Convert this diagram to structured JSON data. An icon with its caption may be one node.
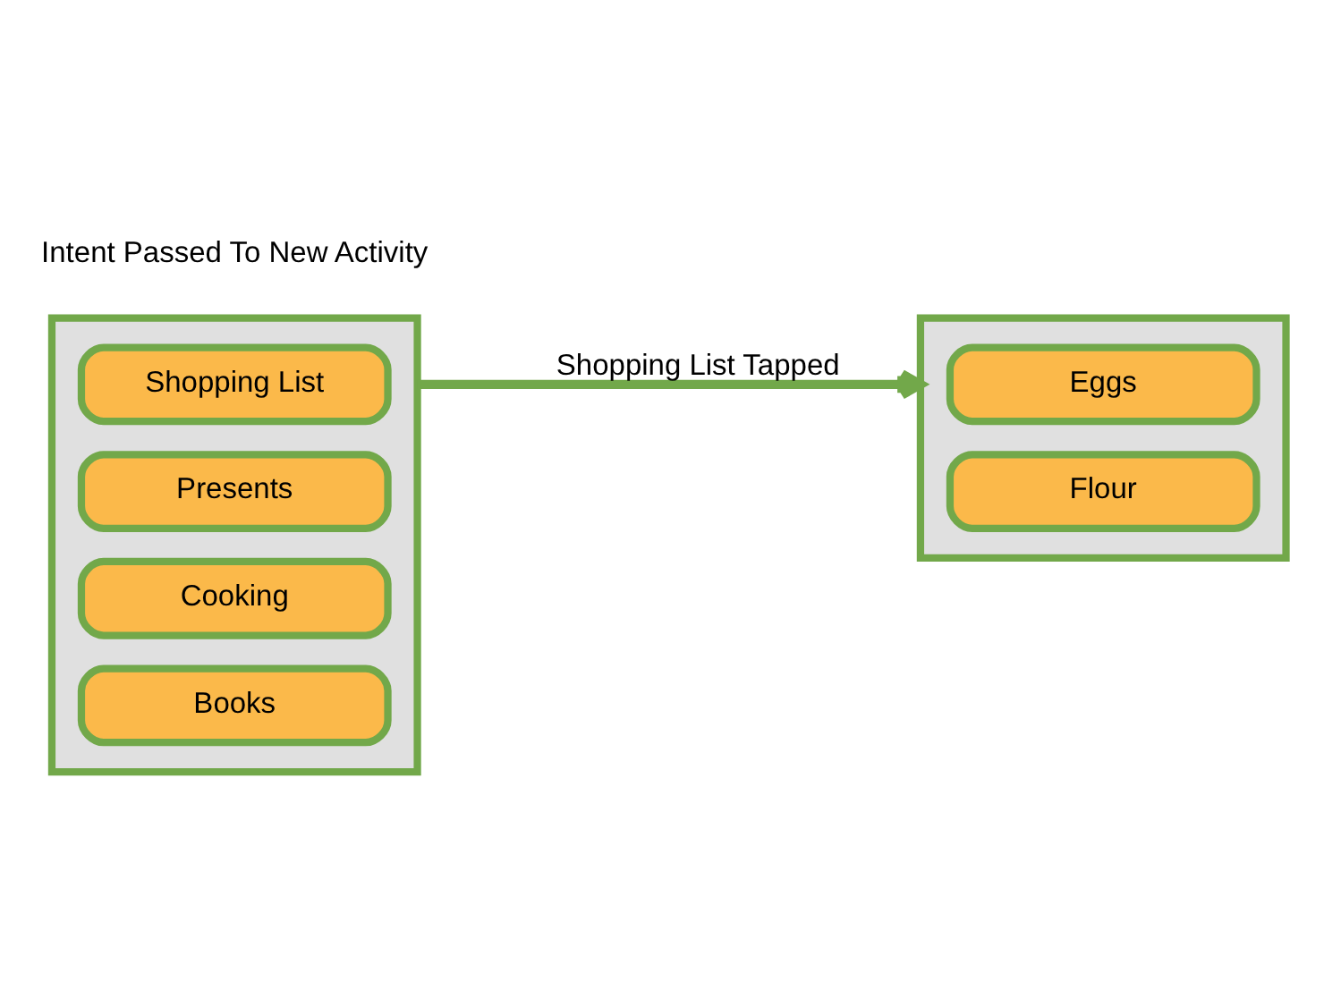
{
  "diagram": {
    "nodes": [
      {
        "text": [],
        "shape": "box"
      },
      {
        "text": [
          "Shopping List"
        ],
        "in": 0
      },
      {
        "text": [
          "Presents"
        ],
        "in": 0
      },
      {
        "text": [
          "Cooking"
        ],
        "in": 0
      },
      {
        "text": [
          "Books"
        ],
        "in": 0
      },
      {
        "text": [],
        "shape": "box"
      },
      {
        "text": [
          "Eggs"
        ],
        "in": 5
      },
      {
        "text": [
          "Flour"
        ],
        "in": 5
      }
    ],
    "edges": [
      {
        "from": 0,
        "to": 5,
        "arrow": "to",
        "label": "Shopping List Tapped"
      }
    ],
    "labels": [
      "Intent Passed To New Activity"
    ]
  }
}
